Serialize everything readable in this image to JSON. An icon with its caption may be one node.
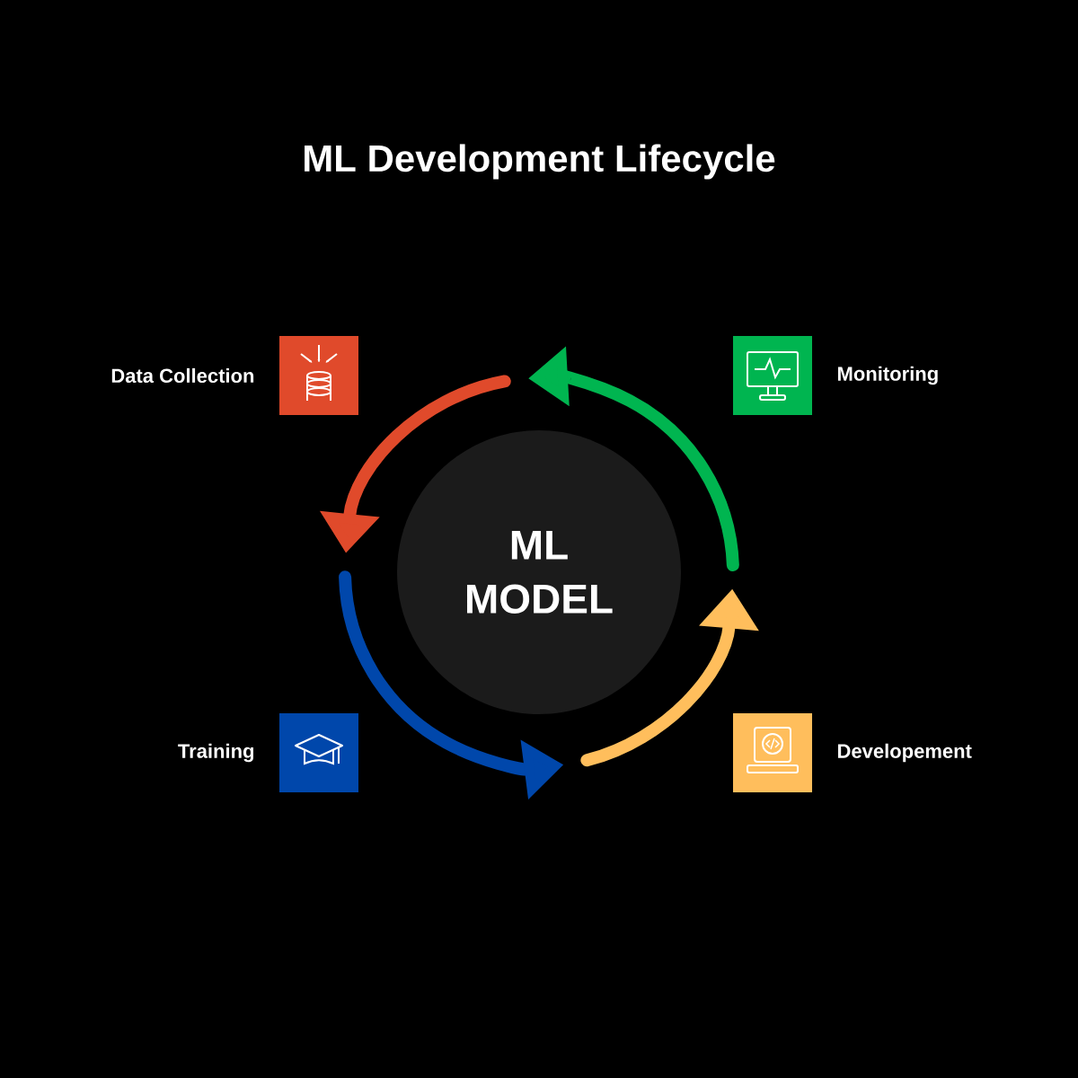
{
  "diagram": {
    "title": "ML Development Lifecycle",
    "nodes": [
      {
        "text": [
          "ML MODEL"
        ]
      },
      {
        "text": [
          "Data Collection"
        ]
      },
      {
        "text": [
          "Monitoring"
        ]
      },
      {
        "text": [
          "Training"
        ]
      },
      {
        "text": [
          "Developement"
        ]
      }
    ]
  }
}
